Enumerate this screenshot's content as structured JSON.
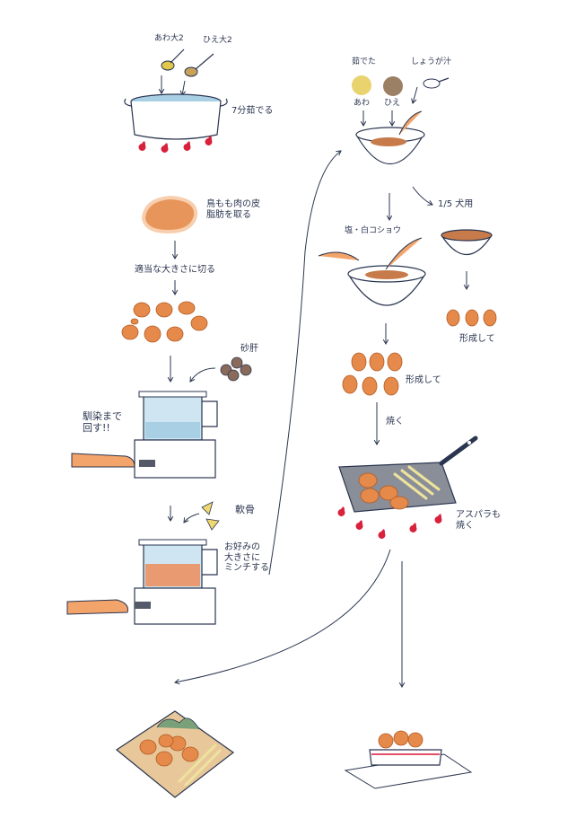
{
  "steps": {
    "millet": "あわ大2",
    "barnyard_millet": "ひえ大2",
    "boil_7min": "7分茹でる",
    "chicken_thigh": "鳥もも肉の皮\n脂肪を取る",
    "cut_size": "適当な大きさに切る",
    "gizzard": "砂肝",
    "spin_until_smooth": "馴染まで\n回す!!",
    "cartilage": "軟骨",
    "mince_to_taste": "お好みの\n大きさに\nミンチする",
    "boiled": "茹でた",
    "ginger_juice": "しょうが汁",
    "awa_short": "あわ",
    "hie_short": "ひえ",
    "one_fifth_use": "1/5 犬用",
    "salt_pepper": "塩・白コショウ",
    "shape_dog": "形成して",
    "shape_main": "形成して",
    "grill": "焼く",
    "asparagus_grill": "アスパラも\n焼く"
  },
  "colors": {
    "ink": "#2a3550",
    "meat": "#e58a4a",
    "flame": "#d8213a",
    "water": "#a9cfe4",
    "millet_yellow": "#e2c84a",
    "asparagus": "#eee39c"
  }
}
